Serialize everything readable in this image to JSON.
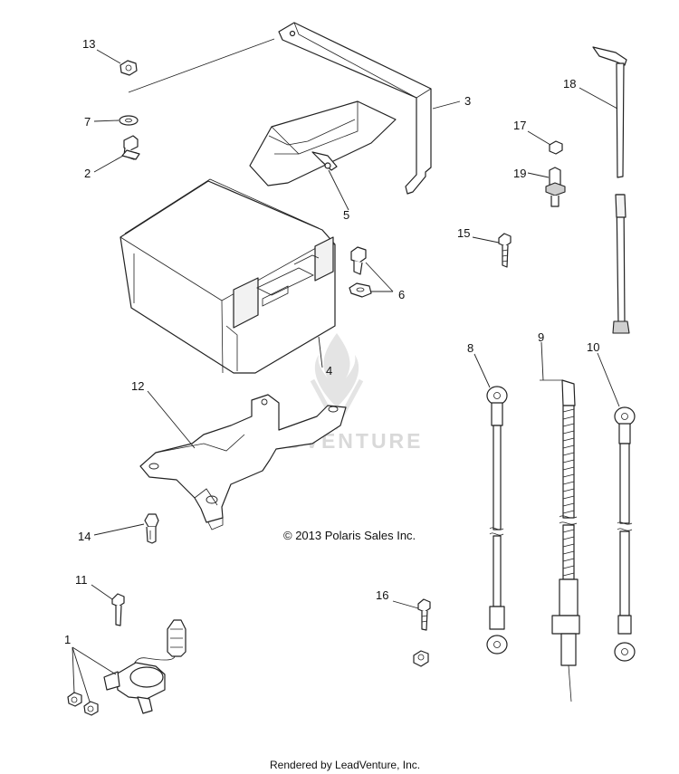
{
  "callouts": [
    {
      "id": "1",
      "text": "1"
    },
    {
      "id": "2",
      "text": "2"
    },
    {
      "id": "3",
      "text": "3"
    },
    {
      "id": "4",
      "text": "4"
    },
    {
      "id": "5",
      "text": "5"
    },
    {
      "id": "6",
      "text": "6"
    },
    {
      "id": "7",
      "text": "7"
    },
    {
      "id": "8",
      "text": "8"
    },
    {
      "id": "9",
      "text": "9"
    },
    {
      "id": "10",
      "text": "10"
    },
    {
      "id": "11",
      "text": "11"
    },
    {
      "id": "12",
      "text": "12"
    },
    {
      "id": "13",
      "text": "13"
    },
    {
      "id": "14",
      "text": "14"
    },
    {
      "id": "15",
      "text": "15"
    },
    {
      "id": "16",
      "text": "16"
    },
    {
      "id": "17",
      "text": "17"
    },
    {
      "id": "18",
      "text": "18"
    },
    {
      "id": "19",
      "text": "19"
    }
  ],
  "copyright": "© 2013 Polaris Sales Inc.",
  "watermark": "LEADVENTURE",
  "footer": "Rendered by LeadVenture, Inc.",
  "colors": {
    "line": "#222222",
    "watermark": "#d9d9d9"
  }
}
